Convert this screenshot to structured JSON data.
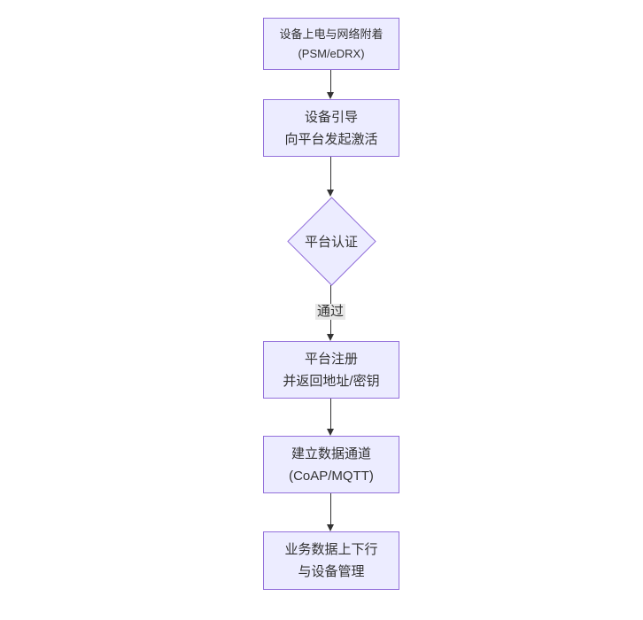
{
  "diagram": {
    "type": "flowchart",
    "direction": "top-down",
    "background": "#ffffff",
    "colors": {
      "node_fill": "#ececff",
      "node_border": "#9370db",
      "node_text": "#333333",
      "edge_line": "#333333",
      "arrowhead": "#333333",
      "edge_label_bg": "#e8e8e8",
      "edge_label_text": "#333333"
    },
    "nodes": [
      {
        "name": "power-on-network-attach",
        "shape": "rectangle",
        "lines": [
          "设备上电与网络附着",
          "(PSM/eDRX)"
        ]
      },
      {
        "name": "device-bootstrap",
        "shape": "rectangle",
        "lines": [
          "设备引导",
          "向平台发起激活"
        ]
      },
      {
        "name": "platform-auth",
        "shape": "diamond",
        "lines": [
          "平台认证"
        ]
      },
      {
        "name": "platform-register",
        "shape": "rectangle",
        "lines": [
          "平台注册",
          "并返回地址/密钥"
        ]
      },
      {
        "name": "data-channel",
        "shape": "rectangle",
        "lines": [
          "建立数据通道",
          "(CoAP/MQTT)"
        ]
      },
      {
        "name": "business-data",
        "shape": "rectangle",
        "lines": [
          "业务数据上下行",
          "与设备管理"
        ]
      }
    ],
    "edges": [
      {
        "from": "power-on-network-attach",
        "to": "device-bootstrap",
        "label": ""
      },
      {
        "from": "device-bootstrap",
        "to": "platform-auth",
        "label": ""
      },
      {
        "from": "platform-auth",
        "to": "platform-register",
        "label": "通过"
      },
      {
        "from": "platform-register",
        "to": "data-channel",
        "label": ""
      },
      {
        "from": "data-channel",
        "to": "business-data",
        "label": ""
      }
    ],
    "icons": {
      "arrowhead": "filled-triangle-down"
    }
  }
}
